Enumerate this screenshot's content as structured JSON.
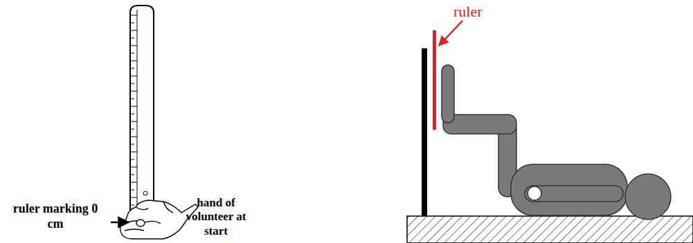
{
  "diagram": {
    "labels": [
      "ruler marking 0 cm",
      "hand of volunteer at start",
      "ruler"
    ]
  }
}
